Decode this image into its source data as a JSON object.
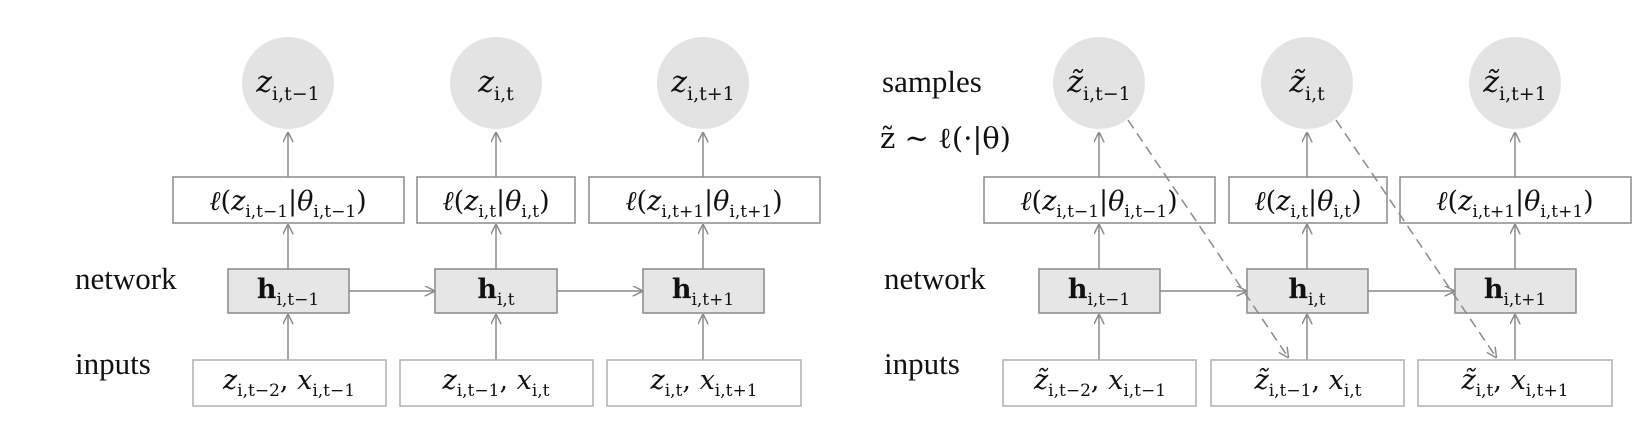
{
  "left_panel": {
    "row_labels": {
      "network": "network",
      "inputs": "inputs"
    },
    "outputs": [
      {
        "base": "z",
        "tilde": false,
        "sub": "i,t−1"
      },
      {
        "base": "z",
        "tilde": false,
        "sub": "i,t"
      },
      {
        "base": "z",
        "tilde": false,
        "sub": "i,t+1"
      }
    ],
    "likelihoods": [
      {
        "z_sub": "i,t−1",
        "theta_sub": "i,t−1"
      },
      {
        "z_sub": "i,t",
        "theta_sub": "i,t"
      },
      {
        "z_sub": "i,t+1",
        "theta_sub": "i,t+1"
      }
    ],
    "hidden": [
      {
        "base": "h",
        "sub": "i,t−1"
      },
      {
        "base": "h",
        "sub": "i,t"
      },
      {
        "base": "h",
        "sub": "i,t+1"
      }
    ],
    "inputs": [
      {
        "z_base": "z",
        "tilde": false,
        "z_sub": "i,t−2",
        "x_sub": "i,t−1"
      },
      {
        "z_base": "z",
        "tilde": false,
        "z_sub": "i,t−1",
        "x_sub": "i,t"
      },
      {
        "z_base": "z",
        "tilde": false,
        "z_sub": "i,t",
        "x_sub": "i,t+1"
      }
    ]
  },
  "right_panel": {
    "row_labels": {
      "samples": "samples",
      "network": "network",
      "inputs": "inputs"
    },
    "sample_formula": "z̃ ∼ ℓ(·|θ)",
    "outputs": [
      {
        "base": "z̃",
        "tilde": true,
        "sub": "i,t−1"
      },
      {
        "base": "z̃",
        "tilde": true,
        "sub": "i,t"
      },
      {
        "base": "z̃",
        "tilde": true,
        "sub": "i,t+1"
      }
    ],
    "likelihoods": [
      {
        "z_sub": "i,t−1",
        "theta_sub": "i,t−1"
      },
      {
        "z_sub": "i,t",
        "theta_sub": "i,t"
      },
      {
        "z_sub": "i,t+1",
        "theta_sub": "i,t+1"
      }
    ],
    "hidden": [
      {
        "base": "h",
        "sub": "i,t−1"
      },
      {
        "base": "h",
        "sub": "i,t"
      },
      {
        "base": "h",
        "sub": "i,t+1"
      }
    ],
    "inputs": [
      {
        "z_base": "z̃",
        "tilde": true,
        "z_sub": "i,t−2",
        "x_sub": "i,t−1"
      },
      {
        "z_base": "z̃",
        "tilde": true,
        "z_sub": "i,t−1",
        "x_sub": "i,t"
      },
      {
        "z_base": "z̃",
        "tilde": true,
        "z_sub": "i,t",
        "x_sub": "i,t+1"
      }
    ]
  },
  "colors": {
    "circle_fill": "#e3e3e3",
    "hidden_fill": "#e6e6e6",
    "box_stroke": "#8a8a8a",
    "arrow": "#8a8a8a",
    "text": "#111111"
  }
}
